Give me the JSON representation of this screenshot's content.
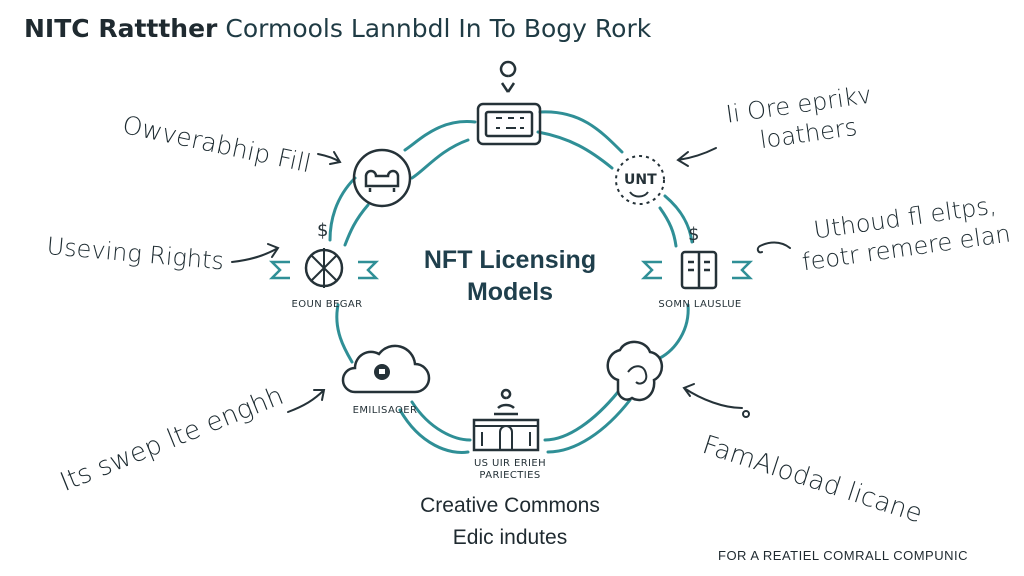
{
  "header": {
    "title_bold": "NITC Rattther",
    "title_rest": "Cormools Lannbdl In To Bogy Rork"
  },
  "center": {
    "title_line1": "NFT Licensing",
    "title_line2": "Models"
  },
  "nodes": {
    "left_label": "EOUN BEGAR",
    "right_label": "SOMN LAUSLUE",
    "bottom_left_label": "EMILISAOER",
    "bottom_label_line1": "US UIR ERIEH",
    "bottom_label_line2": "PARIECTIES"
  },
  "annotations": {
    "top_left": "Owverabhip Fill",
    "left": "Useving Rights",
    "bottom_left": "Its swep lte enghh",
    "top_right_line1": "Ii Ore eprikv",
    "top_right_line2": "loathers",
    "right_line1": "Uthoud fl eltps,",
    "right_line2": "feotr remere elan",
    "bottom_right": "FamAlodad licane"
  },
  "captions": {
    "line1": "Creative Commons",
    "line2": "Edic indutes"
  },
  "footer": {
    "text": "FOR A REATIEL COMRALL COMPUNIC"
  },
  "colors": {
    "teal": "#2f8f96",
    "ink": "#253238"
  }
}
